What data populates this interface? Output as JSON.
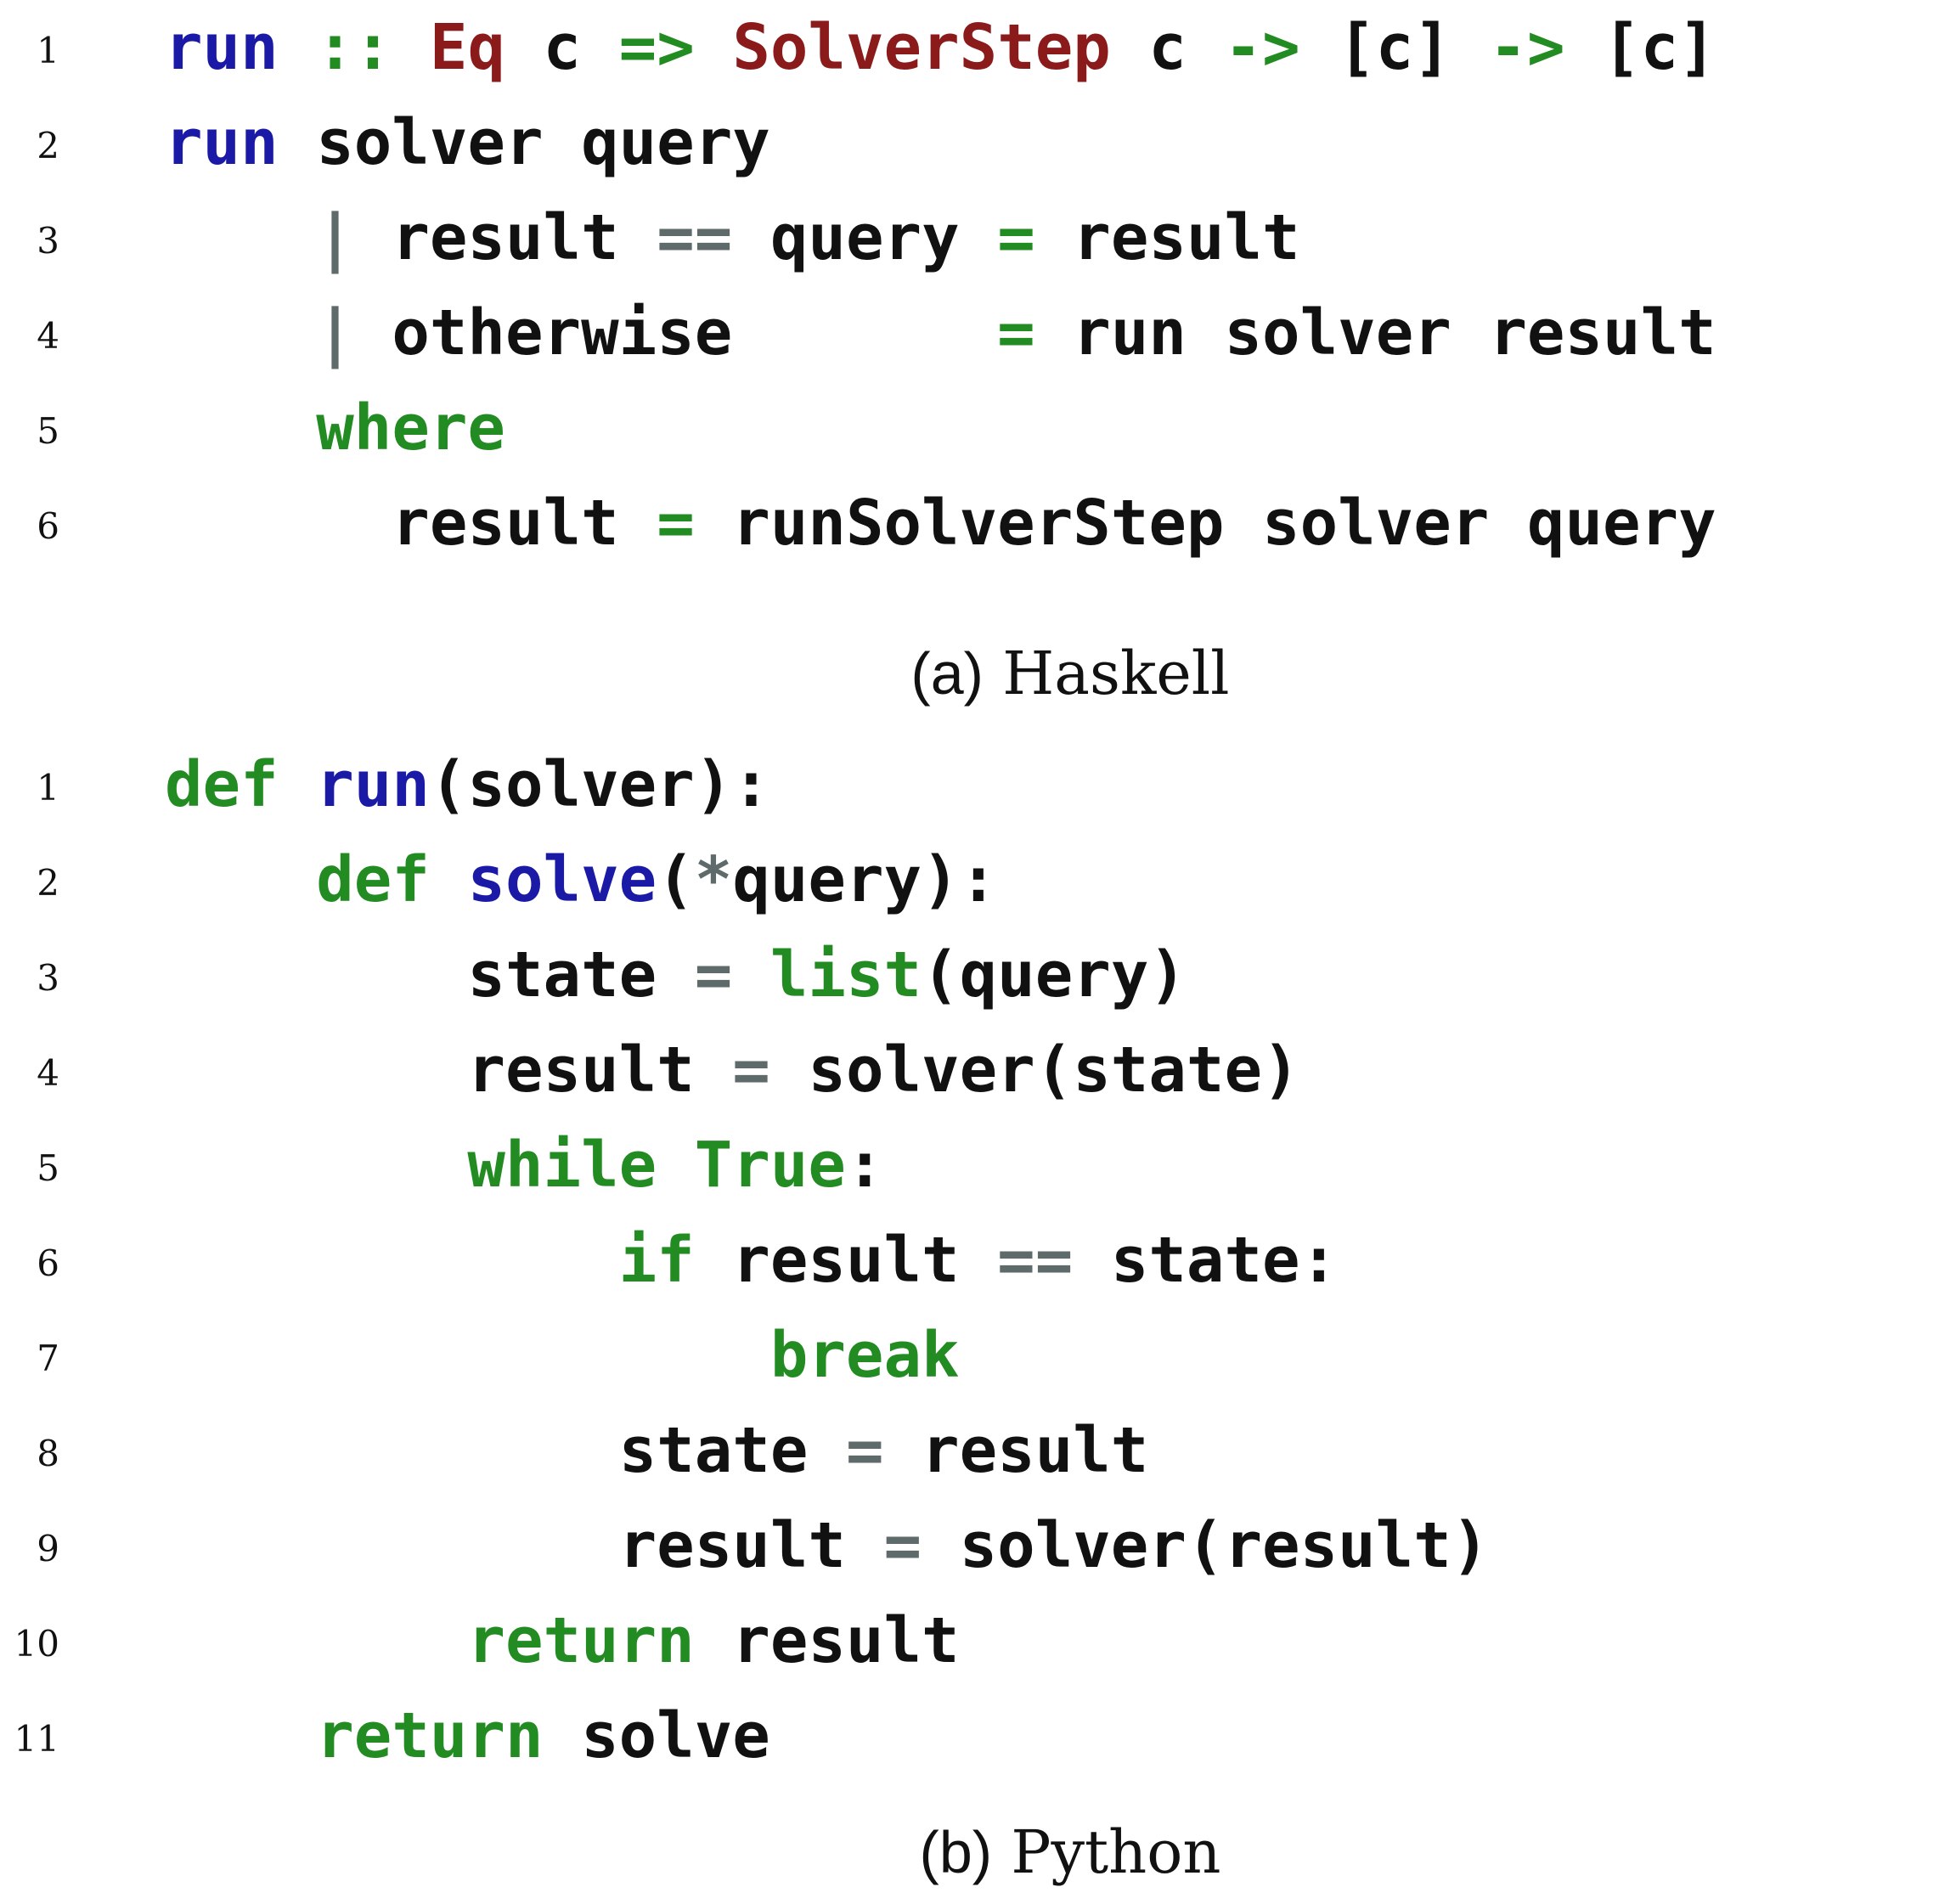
{
  "colors": {
    "keyword_blue": "#1a1aa6",
    "keyword_green": "#228b22",
    "type_red": "#8b1a1a",
    "operator_gray": "#5f6b6b",
    "text": "#111111"
  },
  "haskell": {
    "caption_tag": "(a)",
    "caption_text": "Haskell",
    "lines": [
      {
        "n": "1",
        "tokens": [
          {
            "t": "run",
            "c": "k-blue"
          },
          {
            "t": " ",
            "c": "k-plain"
          },
          {
            "t": "::",
            "c": "k-green"
          },
          {
            "t": " ",
            "c": "k-plain"
          },
          {
            "t": "Eq",
            "c": "k-red"
          },
          {
            "t": " c ",
            "c": "k-plain"
          },
          {
            "t": "=>",
            "c": "k-green"
          },
          {
            "t": " ",
            "c": "k-plain"
          },
          {
            "t": "SolverStep",
            "c": "k-red"
          },
          {
            "t": " c ",
            "c": "k-plain"
          },
          {
            "t": "->",
            "c": "k-green"
          },
          {
            "t": " [c] ",
            "c": "k-plain"
          },
          {
            "t": "->",
            "c": "k-green"
          },
          {
            "t": " [c]",
            "c": "k-plain"
          }
        ]
      },
      {
        "n": "2",
        "tokens": [
          {
            "t": "run",
            "c": "k-blue"
          },
          {
            "t": " solver query",
            "c": "k-plain"
          }
        ]
      },
      {
        "n": "3",
        "tokens": [
          {
            "t": "    ",
            "c": "k-plain"
          },
          {
            "t": "|",
            "c": "k-gray"
          },
          {
            "t": " result ",
            "c": "k-plain"
          },
          {
            "t": "==",
            "c": "k-gray"
          },
          {
            "t": " query ",
            "c": "k-plain"
          },
          {
            "t": "=",
            "c": "k-green"
          },
          {
            "t": " result",
            "c": "k-plain"
          }
        ]
      },
      {
        "n": "4",
        "tokens": [
          {
            "t": "    ",
            "c": "k-plain"
          },
          {
            "t": "|",
            "c": "k-gray"
          },
          {
            "t": " otherwise       ",
            "c": "k-plain"
          },
          {
            "t": "=",
            "c": "k-green"
          },
          {
            "t": " run solver result",
            "c": "k-plain"
          }
        ]
      },
      {
        "n": "5",
        "tokens": [
          {
            "t": "    ",
            "c": "k-plain"
          },
          {
            "t": "where",
            "c": "k-green"
          }
        ]
      },
      {
        "n": "6",
        "tokens": [
          {
            "t": "      result ",
            "c": "k-plain"
          },
          {
            "t": "=",
            "c": "k-green"
          },
          {
            "t": " runSolverStep solver query",
            "c": "k-plain"
          }
        ]
      }
    ]
  },
  "python": {
    "caption_tag": "(b)",
    "caption_text": "Python",
    "lines": [
      {
        "n": "1",
        "tokens": [
          {
            "t": "def",
            "c": "k-green"
          },
          {
            "t": " ",
            "c": "k-plain"
          },
          {
            "t": "run",
            "c": "k-blue"
          },
          {
            "t": "(solver):",
            "c": "k-plain"
          }
        ]
      },
      {
        "n": "2",
        "tokens": [
          {
            "t": "    ",
            "c": "k-plain"
          },
          {
            "t": "def",
            "c": "k-green"
          },
          {
            "t": " ",
            "c": "k-plain"
          },
          {
            "t": "solve",
            "c": "k-blue"
          },
          {
            "t": "(",
            "c": "k-plain"
          },
          {
            "t": "*",
            "c": "k-gray"
          },
          {
            "t": "query):",
            "c": "k-plain"
          }
        ]
      },
      {
        "n": "3",
        "tokens": [
          {
            "t": "        state ",
            "c": "k-plain"
          },
          {
            "t": "=",
            "c": "k-gray"
          },
          {
            "t": " ",
            "c": "k-plain"
          },
          {
            "t": "list",
            "c": "k-green"
          },
          {
            "t": "(query)",
            "c": "k-plain"
          }
        ]
      },
      {
        "n": "4",
        "tokens": [
          {
            "t": "        result ",
            "c": "k-plain"
          },
          {
            "t": "=",
            "c": "k-gray"
          },
          {
            "t": " solver(state)",
            "c": "k-plain"
          }
        ]
      },
      {
        "n": "5",
        "tokens": [
          {
            "t": "        ",
            "c": "k-plain"
          },
          {
            "t": "while",
            "c": "k-green"
          },
          {
            "t": " ",
            "c": "k-plain"
          },
          {
            "t": "True",
            "c": "k-green"
          },
          {
            "t": ":",
            "c": "k-plain"
          }
        ]
      },
      {
        "n": "6",
        "tokens": [
          {
            "t": "            ",
            "c": "k-plain"
          },
          {
            "t": "if",
            "c": "k-green"
          },
          {
            "t": " result ",
            "c": "k-plain"
          },
          {
            "t": "==",
            "c": "k-gray"
          },
          {
            "t": " state:",
            "c": "k-plain"
          }
        ]
      },
      {
        "n": "7",
        "tokens": [
          {
            "t": "                ",
            "c": "k-plain"
          },
          {
            "t": "break",
            "c": "k-green"
          }
        ]
      },
      {
        "n": "8",
        "tokens": [
          {
            "t": "            state ",
            "c": "k-plain"
          },
          {
            "t": "=",
            "c": "k-gray"
          },
          {
            "t": " result",
            "c": "k-plain"
          }
        ]
      },
      {
        "n": "9",
        "tokens": [
          {
            "t": "            result ",
            "c": "k-plain"
          },
          {
            "t": "=",
            "c": "k-gray"
          },
          {
            "t": " solver(result)",
            "c": "k-plain"
          }
        ]
      },
      {
        "n": "10",
        "tokens": [
          {
            "t": "        ",
            "c": "k-plain"
          },
          {
            "t": "return",
            "c": "k-green"
          },
          {
            "t": " result",
            "c": "k-plain"
          }
        ]
      },
      {
        "n": "11",
        "tokens": [
          {
            "t": "    ",
            "c": "k-plain"
          },
          {
            "t": "return",
            "c": "k-green"
          },
          {
            "t": " solve",
            "c": "k-plain"
          }
        ]
      }
    ]
  }
}
